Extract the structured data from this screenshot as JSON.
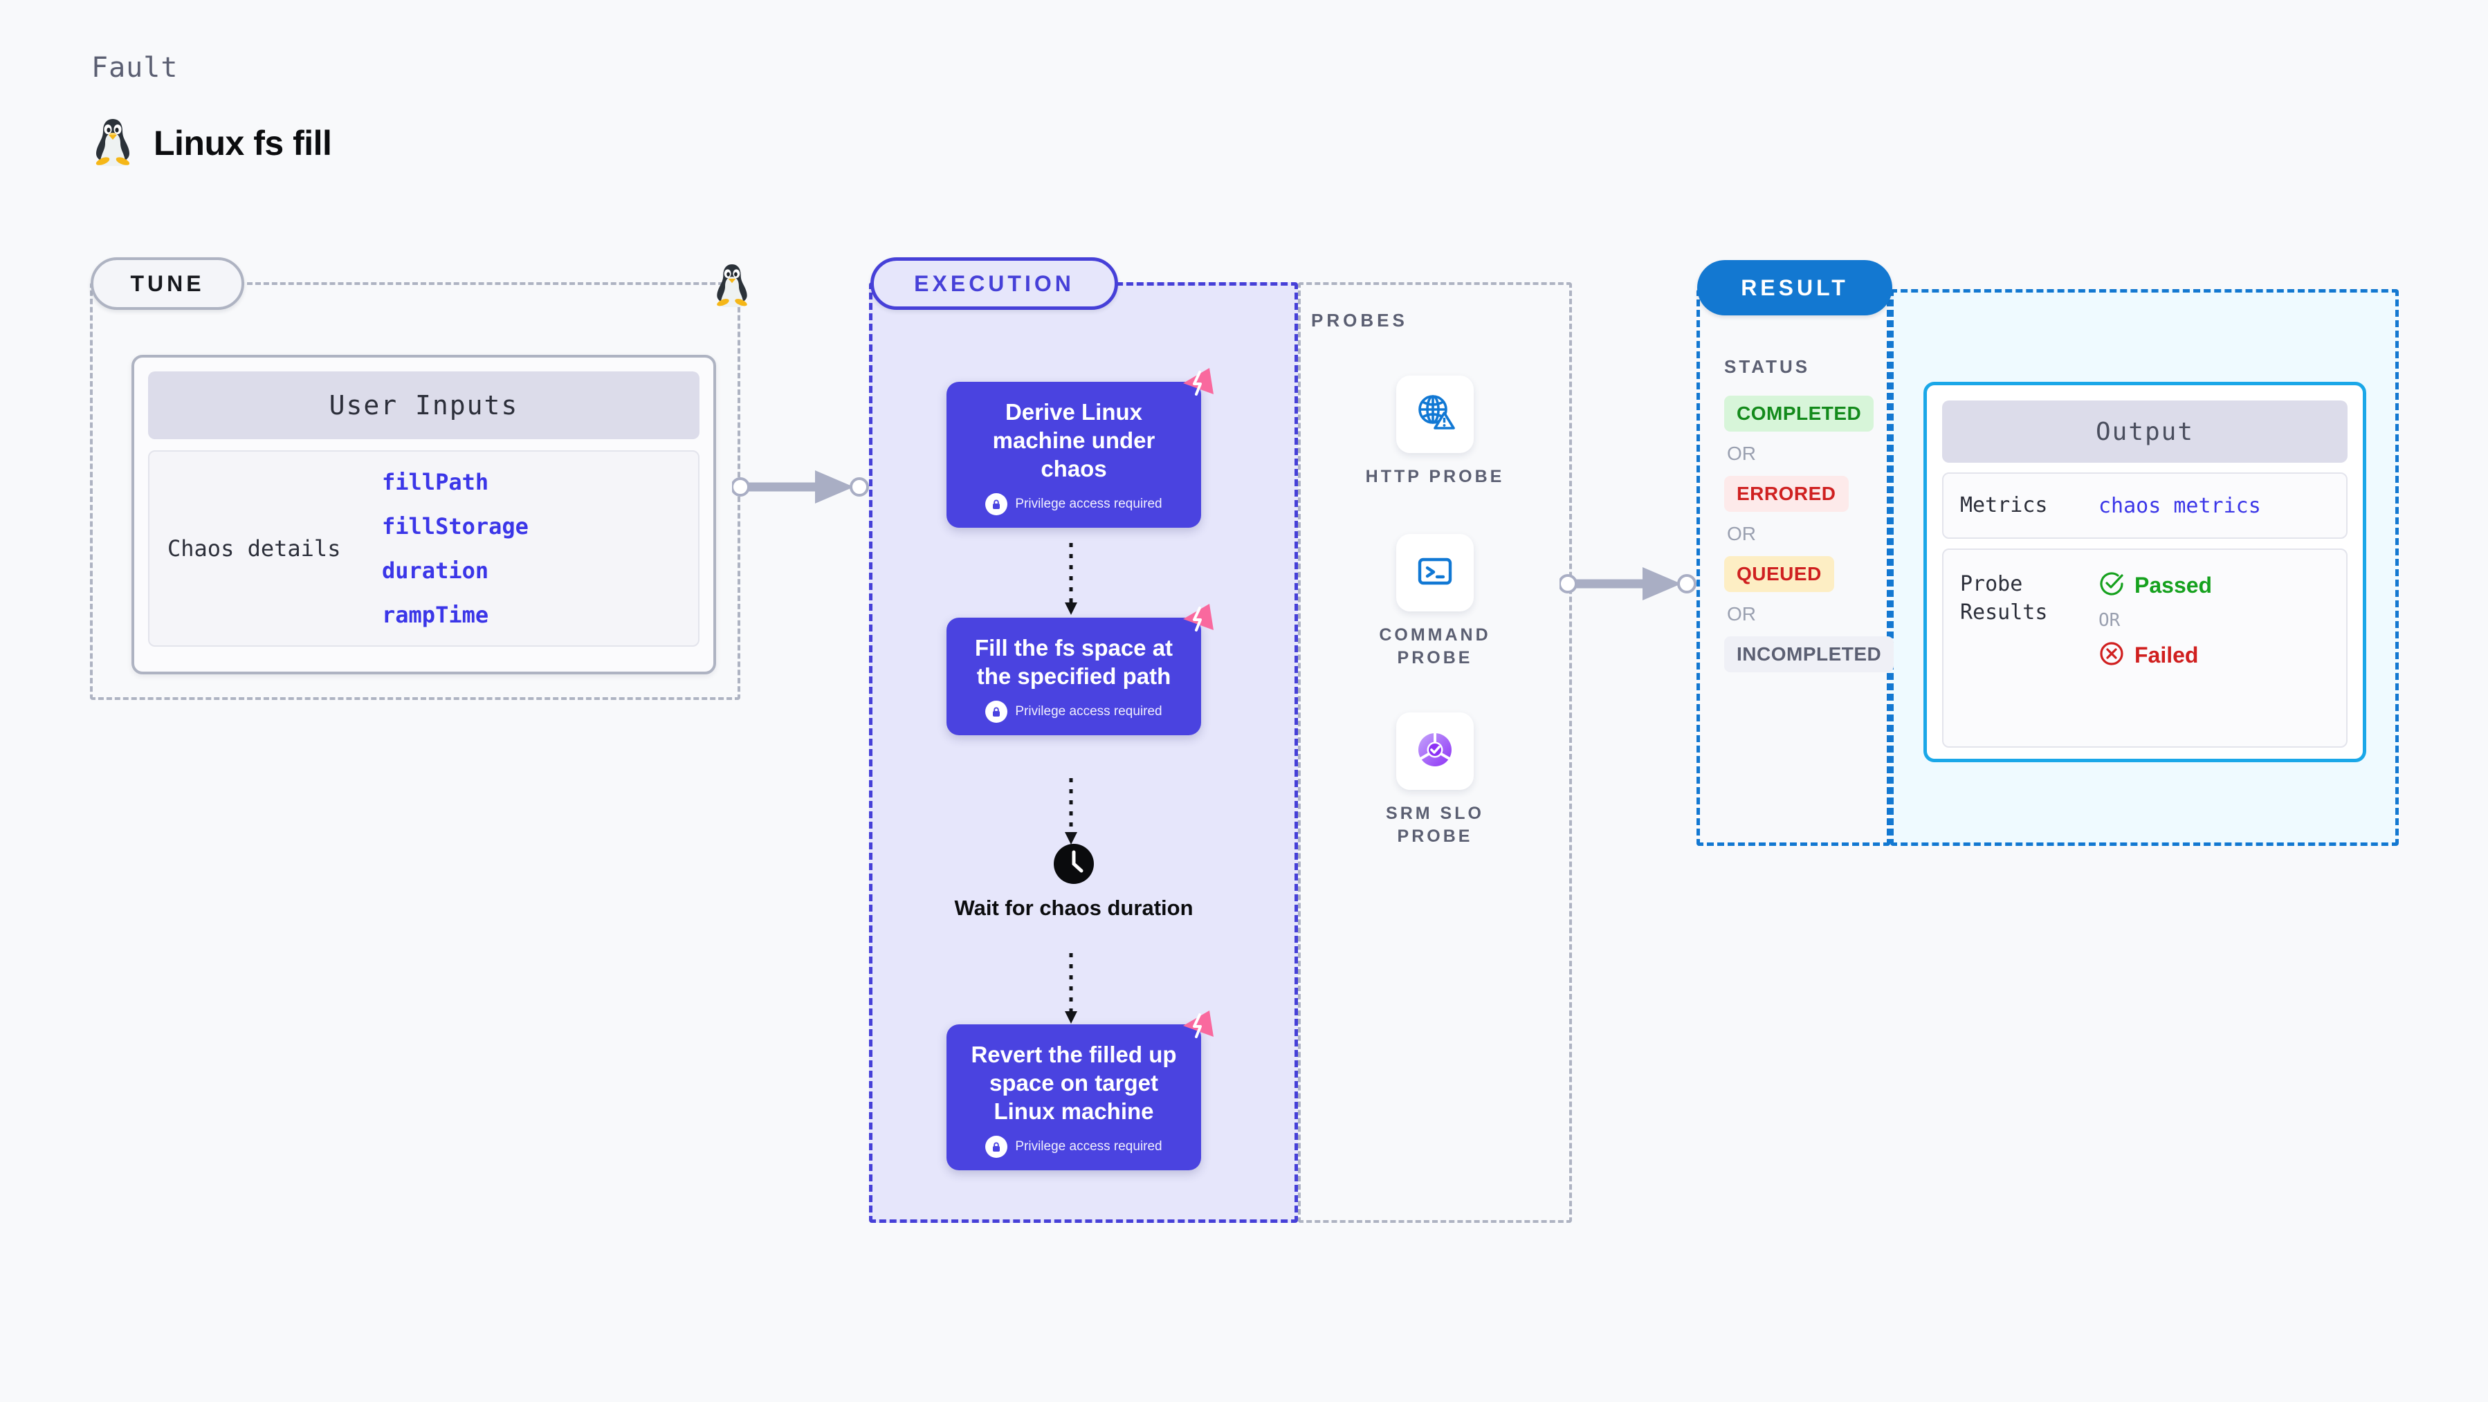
{
  "header": {
    "kicker": "Fault",
    "title": "Linux fs fill",
    "icon": "linux-penguin-icon"
  },
  "tune": {
    "pill_label": "TUNE",
    "card": {
      "heading": "User Inputs",
      "row_key": "Chaos details",
      "values": [
        "fillPath",
        "fillStorage",
        "duration",
        "rampTime"
      ]
    }
  },
  "execution": {
    "pill_label": "EXECUTION",
    "nodes": [
      {
        "title": "Derive Linux machine under chaos",
        "privilege": "Privilege access required",
        "badge": "fault-corner-icon"
      },
      {
        "title": "Fill the fs space at the specified path",
        "privilege": "Privilege access required",
        "badge": "fault-corner-icon"
      }
    ],
    "wait": {
      "label": "Wait for chaos duration",
      "icon": "clock-icon"
    },
    "revert": {
      "title": "Revert the filled up space on target Linux machine",
      "privilege": "Privilege access required",
      "badge": "fault-corner-icon"
    }
  },
  "probes": {
    "title": "PROBES",
    "items": [
      {
        "label": "HTTP PROBE",
        "icon": "globe-warning-icon"
      },
      {
        "label": "COMMAND PROBE",
        "icon": "terminal-icon"
      },
      {
        "label": "SRM SLO PROBE",
        "icon": "slo-donut-check-icon"
      }
    ]
  },
  "result": {
    "pill_label": "RESULT",
    "status_title": "STATUS",
    "or_label": "OR",
    "statuses": [
      "COMPLETED",
      "ERRORED",
      "QUEUED",
      "INCOMPLETED"
    ]
  },
  "output": {
    "heading": "Output",
    "metrics_key": "Metrics",
    "metrics_value": "chaos metrics",
    "probe_results_key": "Probe Results",
    "passed_label": "Passed",
    "failed_label": "Failed",
    "or_label": "OR"
  },
  "colors": {
    "accent_execution": "#4640d8",
    "node_fill": "#4a43e0",
    "accent_result": "#1378d1",
    "output_border": "#1aa7e8",
    "fault_badge": "#f9699e",
    "passed": "#16a11e",
    "failed": "#d01f1f",
    "queued_bg": "#fdeec4",
    "completed_bg": "#d7f5d9",
    "errored_bg": "#fdeaea",
    "canvas_bg": "#f8f9fb"
  }
}
